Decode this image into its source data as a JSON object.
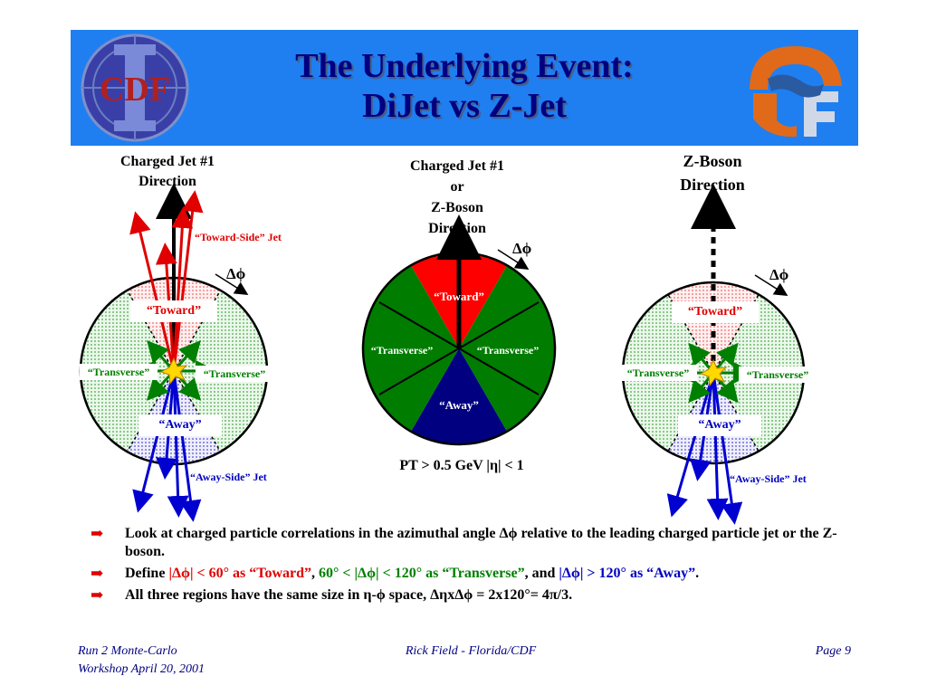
{
  "header": {
    "title_line1": "The Underlying Event:",
    "title_line2": "DiJet vs Z-Jet",
    "left_logo_text": "CDF",
    "colors": {
      "header_bg": "#1f7ff0",
      "title": "#000080"
    }
  },
  "diagram_left": {
    "direction_line1": "Charged Jet #1",
    "direction_line2": "Direction",
    "toward_side_jet": "“Toward-Side” Jet",
    "away_side_jet": "“Away-Side” Jet",
    "delta_phi": "Δϕ",
    "toward": "“Toward”",
    "transverse_left": "“Transverse”",
    "transverse_right": "“Transverse”",
    "away": "“Away”"
  },
  "diagram_center": {
    "direction_line1": "Charged Jet #1",
    "direction_line2": "or",
    "direction_line3": "Z-Boson",
    "direction_line4": "Direction",
    "delta_phi": "Δϕ",
    "toward": "“Toward”",
    "transverse_left": "“Transverse”",
    "transverse_right": "“Transverse”",
    "away": "“Away”",
    "cut_text": "PT > 0.5 GeV  |η| < 1"
  },
  "diagram_right": {
    "direction_line1": "Z-Boson",
    "direction_line2": "Direction",
    "delta_phi": "Δϕ",
    "toward": "“Toward”",
    "transverse_left": "“Transverse”",
    "transverse_right": "“Transverse”",
    "away": "“Away”",
    "away_side_jet": "“Away-Side” Jet"
  },
  "bullets": {
    "b1": "Look at charged particle correlations in the azimuthal angle Δϕ relative to the leading charged particle jet or the Z-boson.",
    "b2_prefix": "Define ",
    "b2_toward": "|Δϕ| < 60° as “Toward”",
    "b2_sep1": ", ",
    "b2_transverse": "60° < |Δϕ| < 120° as “Transverse”",
    "b2_sep2": ", and ",
    "b2_away": "|Δϕ| > 120° as “Away”",
    "b2_end": ".",
    "b3": "All three regions have the same size in η-ϕ space, ΔηxΔϕ = 2x120°= 4π/3."
  },
  "footer": {
    "left_line1": "Run 2 Monte-Carlo",
    "left_line2": "Workshop April 20, 2001",
    "center": "Rick Field - Florida/CDF",
    "right": "Page 9"
  }
}
